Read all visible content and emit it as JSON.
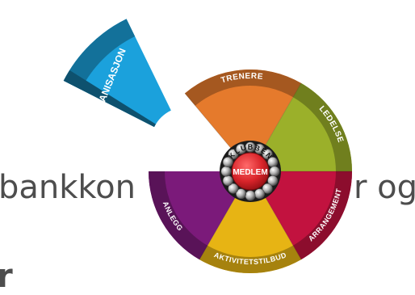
{
  "background_text": {
    "left": "bankkon",
    "right": "r og",
    "bottom": "r"
  },
  "wheel": {
    "detached_segment": {
      "label": "ORGANISASJON",
      "color": "#1ba1dc"
    },
    "segments": [
      {
        "label": "TRENERE",
        "color": "#e57a2c"
      },
      {
        "label": "LEDELSE",
        "color": "#9bb02a"
      },
      {
        "label": "ARRANGEMENT",
        "color": "#c2123f"
      },
      {
        "label": "AKTIVITETSTILBUD",
        "color": "#e7b414"
      },
      {
        "label": "ANLEGG",
        "color": "#7b1a7a"
      }
    ],
    "hub": {
      "ring_text": "KLUBBEN",
      "center_text": "MEDLEM",
      "center_color": "#d9242a"
    }
  }
}
